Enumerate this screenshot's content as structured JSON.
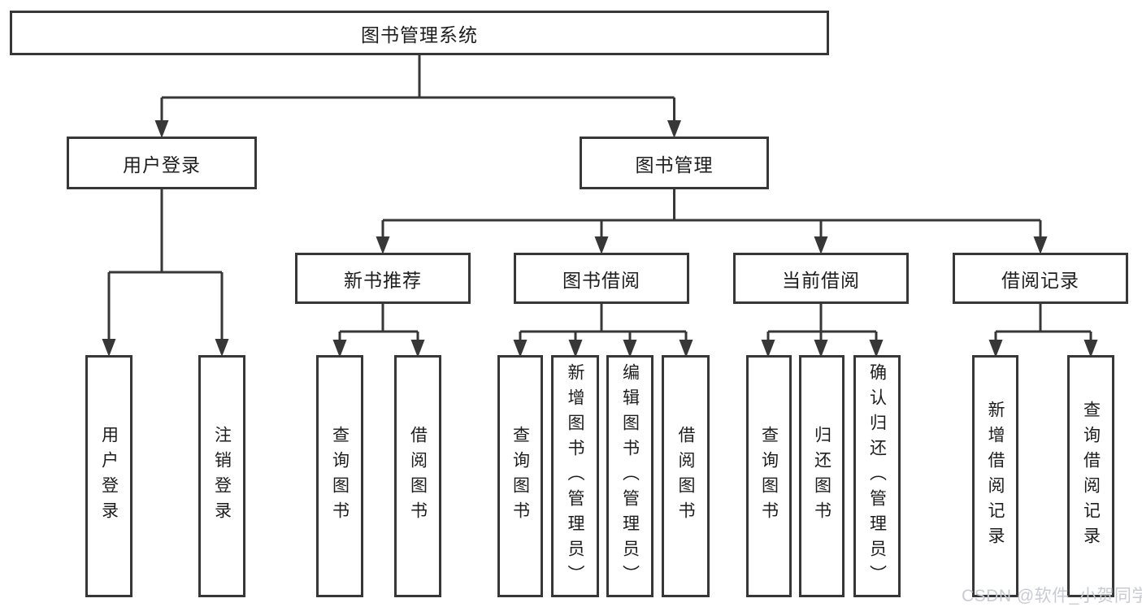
{
  "diagram": {
    "root": {
      "label": "图书管理系统"
    },
    "level2": [
      {
        "label": "用户登录"
      },
      {
        "label": "图书管理"
      }
    ],
    "level3": [
      {
        "label": "新书推荐"
      },
      {
        "label": "图书借阅"
      },
      {
        "label": "当前借阅"
      },
      {
        "label": "借阅记录"
      }
    ],
    "leaves": {
      "login": [
        "用户登录",
        "注销登录"
      ],
      "recommend": [
        "查询图书",
        "借阅图书"
      ],
      "borrow": [
        "查询图书",
        "新增图书（管理员）",
        "编辑图书（管理员）",
        "借阅图书"
      ],
      "current": [
        "查询图书",
        "归还图书",
        "确认归还（管理员）"
      ],
      "records": [
        "新增借阅记录",
        "查询借阅记录"
      ]
    }
  },
  "watermark": {
    "text": "CSDN @软件_小贺同学"
  },
  "colors": {
    "line": "#373737",
    "text": "#1d1d1d",
    "background": "#ffffff",
    "watermark": "#c9cbd3"
  }
}
